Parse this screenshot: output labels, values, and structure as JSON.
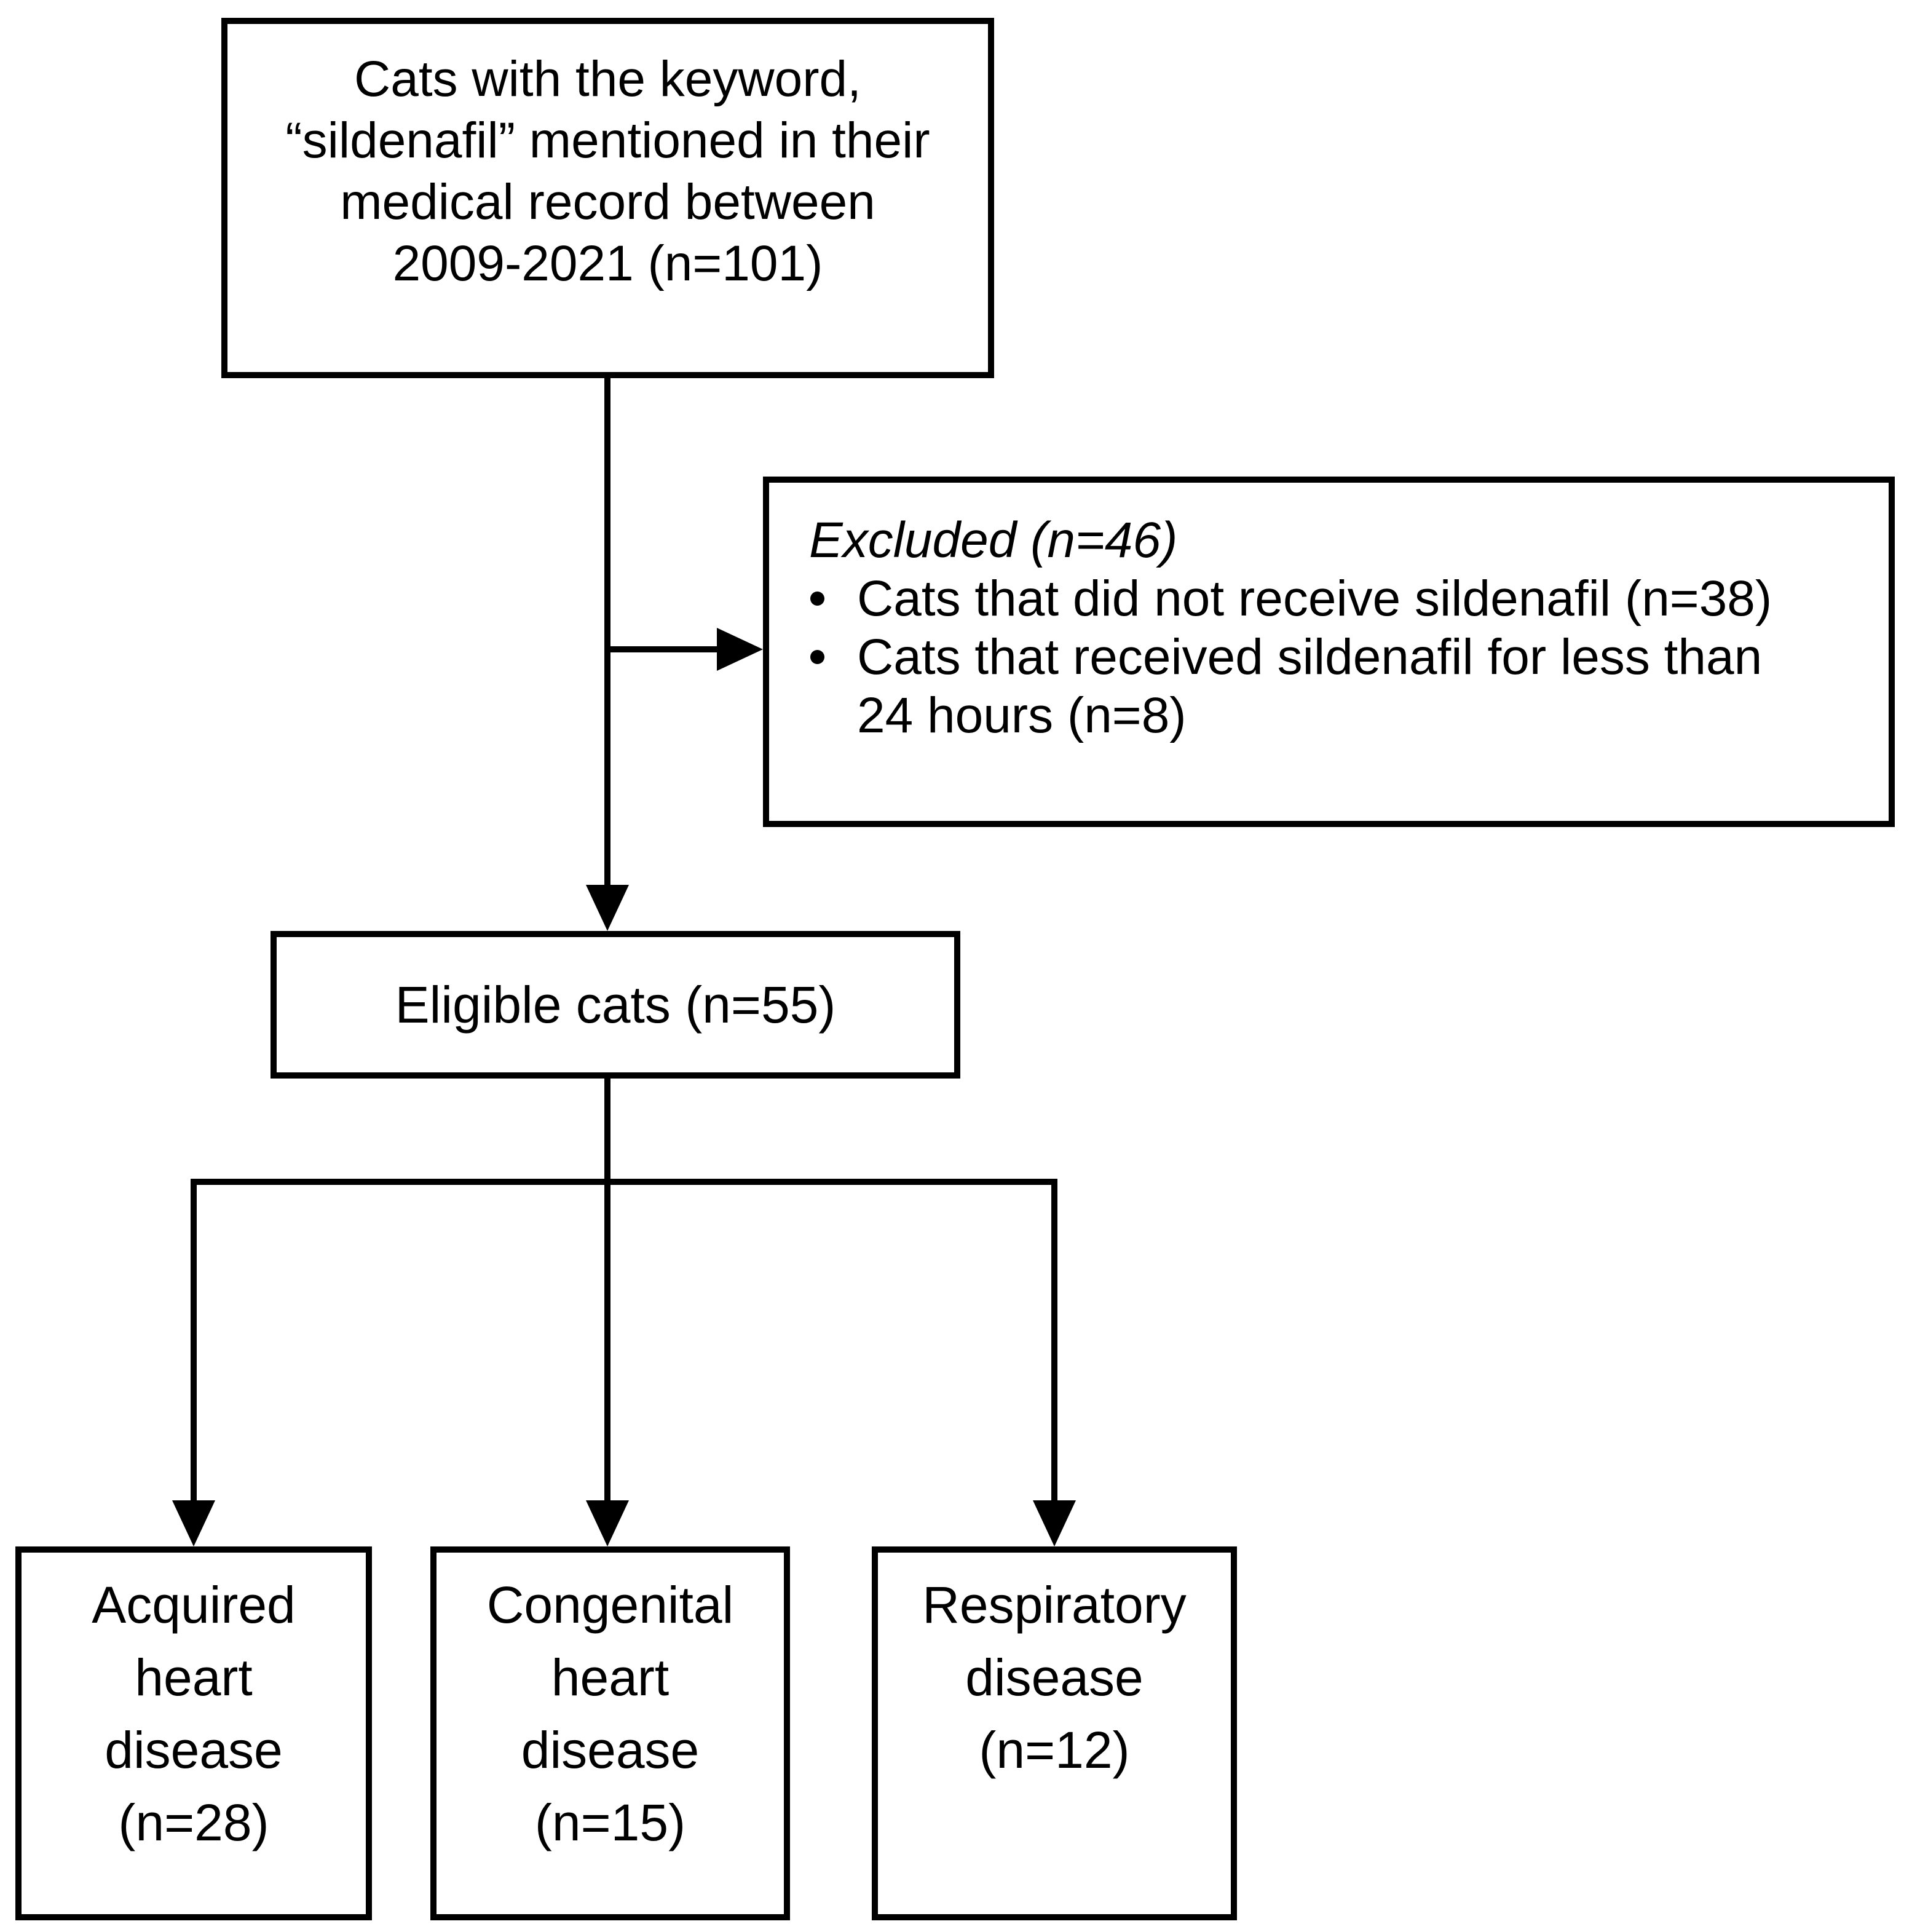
{
  "figure": {
    "type": "study-flowchart",
    "colors": {
      "background": "#ffffff",
      "foreground": "#000000"
    }
  },
  "boxes": {
    "initial": {
      "lines": [
        "Cats with the keyword,",
        "“sildenafil” mentioned in their",
        "medical record between",
        "2009-2021 (n=101)"
      ]
    },
    "excluded": {
      "heading": "Excluded (n=46)",
      "bullets": [
        {
          "lines": [
            "Cats that did not receive sildenafil (n=38)"
          ]
        },
        {
          "lines": [
            "Cats that received sildenafil for less than",
            "24 hours (n=8)"
          ]
        }
      ]
    },
    "eligible": {
      "label": "Eligible cats (n=55)"
    },
    "acquired": {
      "lines": [
        "Acquired",
        "heart",
        "disease",
        "(n=28)"
      ]
    },
    "congenital": {
      "lines": [
        "Congenital",
        "heart",
        "disease",
        "(n=15)"
      ]
    },
    "respiratory": {
      "lines": [
        "Respiratory",
        "disease",
        "(n=12)"
      ]
    }
  }
}
